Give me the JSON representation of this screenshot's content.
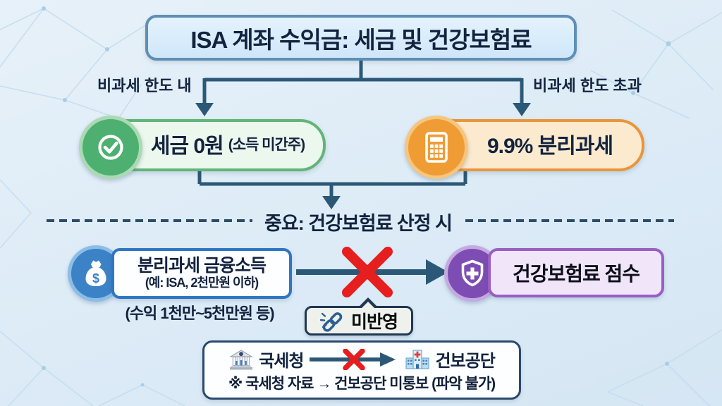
{
  "title": "ISA 계좌 수익금: 세금 및 건강보험료",
  "branch": {
    "left": {
      "condition": "비과세 한도 내",
      "result_main": "세금 0원",
      "result_sub": "(소득 미간주)",
      "icon": "check-circle-icon"
    },
    "right": {
      "condition": "비과세 한도 초과",
      "result_main": "9.9% 분리과세",
      "icon": "calculator-icon"
    }
  },
  "divider": {
    "label": "중요: 건강보험료 산정 시"
  },
  "flow": {
    "source": {
      "title": "분리과세 금융소득",
      "subtitle": "(예: ISA, 2천만원 이하)",
      "note": "(수익 1천만~5천만원 등)",
      "icon": "money-bag-icon"
    },
    "badge": {
      "label": "미반영",
      "icon": "broken-link-icon"
    },
    "target": {
      "label": "건강보험료 점수",
      "icon": "shield-plus-icon"
    }
  },
  "footer": {
    "from_label": "국세청",
    "from_icon": "government-building-icon",
    "to_label": "건보공단",
    "to_icon": "hospital-icon",
    "note": "※ 국세청 자료 → 건보공단 미통보 (파악 불가)"
  },
  "colors": {
    "background": "#dfeaf4",
    "connector": "#2c5878",
    "title_border": "#5f8fb4",
    "text_dark": "#13233f",
    "green_border": "#63b477",
    "green_circle": "#4db071",
    "orange_border": "#e9953c",
    "orange_circle": "#f09c35",
    "blue_border": "#2e76c3",
    "blue_circle": "#3c82c6",
    "purple_border": "#9a5ec3",
    "purple_circle": "#7d4db4",
    "red_x": "#e61e1e"
  }
}
